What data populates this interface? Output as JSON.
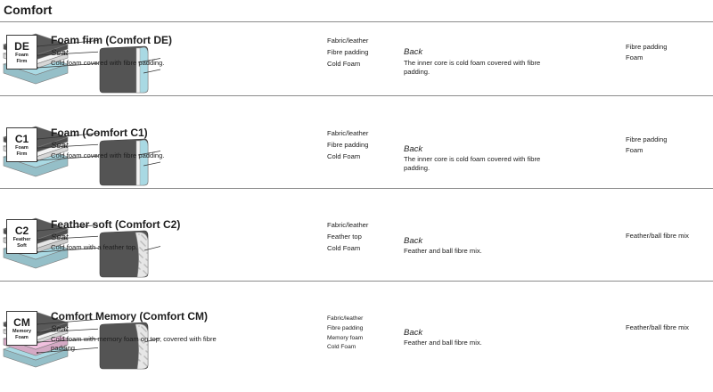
{
  "page": {
    "title": "Comfort"
  },
  "models": [
    {
      "code": "DE",
      "sub": "Foam\nFirm",
      "title": "Foam firm (Comfort DE)",
      "seat_label": "Seat",
      "seat_desc": "Cold foam covered with fibre padding.",
      "back_label": "Back",
      "back_desc": "The inner core is cold foam covered with fibre padding.",
      "layers": [
        "Fabric/leather",
        "Fibre padding",
        "Cold Foam"
      ],
      "back_layers": [
        "Fibre padding",
        "Foam"
      ]
    },
    {
      "code": "C1",
      "sub": "Foam\nFirm",
      "title": "Foam (Comfort C1)",
      "seat_label": "Seat",
      "seat_desc": "Cold foam covered with fibre padding.",
      "back_label": "Back",
      "back_desc": "The inner core is cold foam covered with fibre padding.",
      "layers": [
        "Fabric/leather",
        "Fibre padding",
        "Cold Foam"
      ],
      "back_layers": [
        "Fibre padding",
        "Foam"
      ]
    },
    {
      "code": "C2",
      "sub": "Feather\nSoft",
      "title": "Feather soft (Comfort C2)",
      "seat_label": "Seat",
      "seat_desc": "Cold foam with a feather top.",
      "back_label": "Back",
      "back_desc": "Feather and ball fibre mix.",
      "layers": [
        "Fabric/leather",
        "Feather top",
        "Cold Foam"
      ],
      "back_layers": [
        "Feather/ball fibre mix"
      ]
    },
    {
      "code": "CM",
      "sub": "Memory\nFoam",
      "title": "Comfort Memory (Comfort CM)",
      "seat_label": "Seat",
      "seat_desc": "Cold foam with memory foam on top, covered with fibre padding.",
      "back_label": "Back",
      "back_desc": "Feather and ball fibre mix.",
      "layers": [
        "Fabric/leather",
        "Fibre padding",
        "Memory foam",
        "Cold Foam"
      ],
      "back_layers": [
        "Feather/ball fibre mix"
      ]
    }
  ],
  "colors": {
    "leather": "#595959",
    "fibre": "#f4f4f4",
    "cold_foam": "#a9d9e3",
    "memory_foam": "#f1c0df",
    "feather": "#e6e6e6",
    "back_body": "#545454"
  }
}
